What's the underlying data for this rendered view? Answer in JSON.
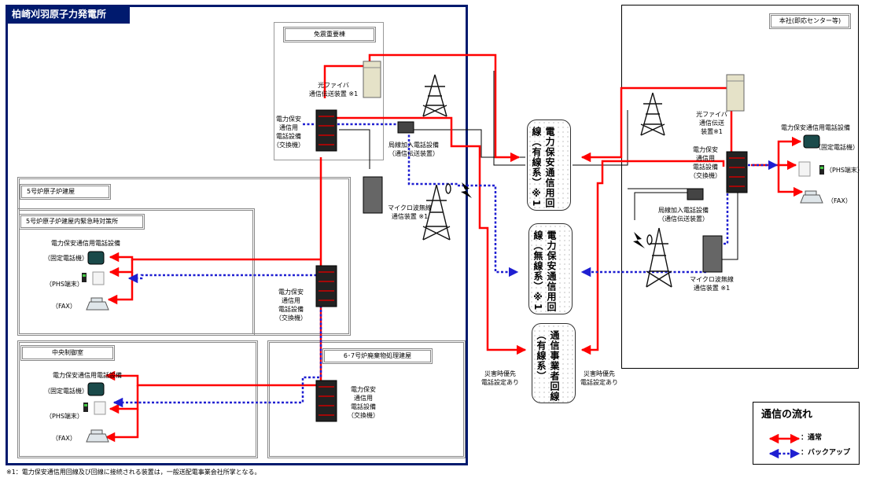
{
  "site": {
    "title": "柏崎刈羽原子力発電所",
    "quake_building": "免震重要棟",
    "optical_device": "光ファイバ\n通信伝送装置 ※1",
    "exchange_main": "電力保安\n通信用\n電話設備\n（交換機）",
    "local_line": "局線加入電話設備\n（通信伝送装置）",
    "microwave": "マイクロ波無線\n通信装置 ※1",
    "unit5_building": "5号炉原子炉建屋",
    "unit5_emergency": "5号炉原子炉建屋内緊急時対策所",
    "phone_equipment": "電力保安通信用電話設備",
    "fixed_phone": "（固定電話機）",
    "phs": "（PHS端末）",
    "fax": "（FAX）",
    "exchange_unit5": "電力保安\n通信用\n電話設備\n（交換機）",
    "control_room": "中央制御室",
    "waste_building": "6･7号炉廃棄物処理建屋",
    "exchange_waste": "電力保安\n通信用\n電話設備\n（交換機）"
  },
  "lines": {
    "wired": "電力保安通信用回線（有線系）※1",
    "wireless": "電力保安通信用回線（無線系）※1",
    "carrier": "通信事業者回線（有線系）",
    "priority_left": "災害時優先\n電話設定あり",
    "priority_right": "災害時優先\n電話設定あり"
  },
  "hq": {
    "title": "本社(即応センター等)",
    "optical_device": "光ファイバ\n通信伝送\n装置※1",
    "exchange": "電力保安\n通信用\n電話設備\n（交換機）",
    "local_line": "局線加入電話設備\n（通信伝送装置）",
    "microwave": "マイクロ波無線\n通信装置 ※1",
    "phone_equipment": "電力保安通信用電話設備",
    "fixed_phone": "（固定電話機）",
    "phs": "（PHS端末）",
    "fax": "（FAX）"
  },
  "legend": {
    "title": "通信の流れ",
    "normal": "：通常",
    "backup": "：バックアップ"
  },
  "footnote": "※1：電力保安通信用回線及び回線に接続される装置は，一般送配電事業会社所掌となる。",
  "colors": {
    "normal": "#ff0000",
    "backup": "#1f1fd1",
    "site_border": "#001a6e",
    "title_bg": "#001a6e"
  }
}
